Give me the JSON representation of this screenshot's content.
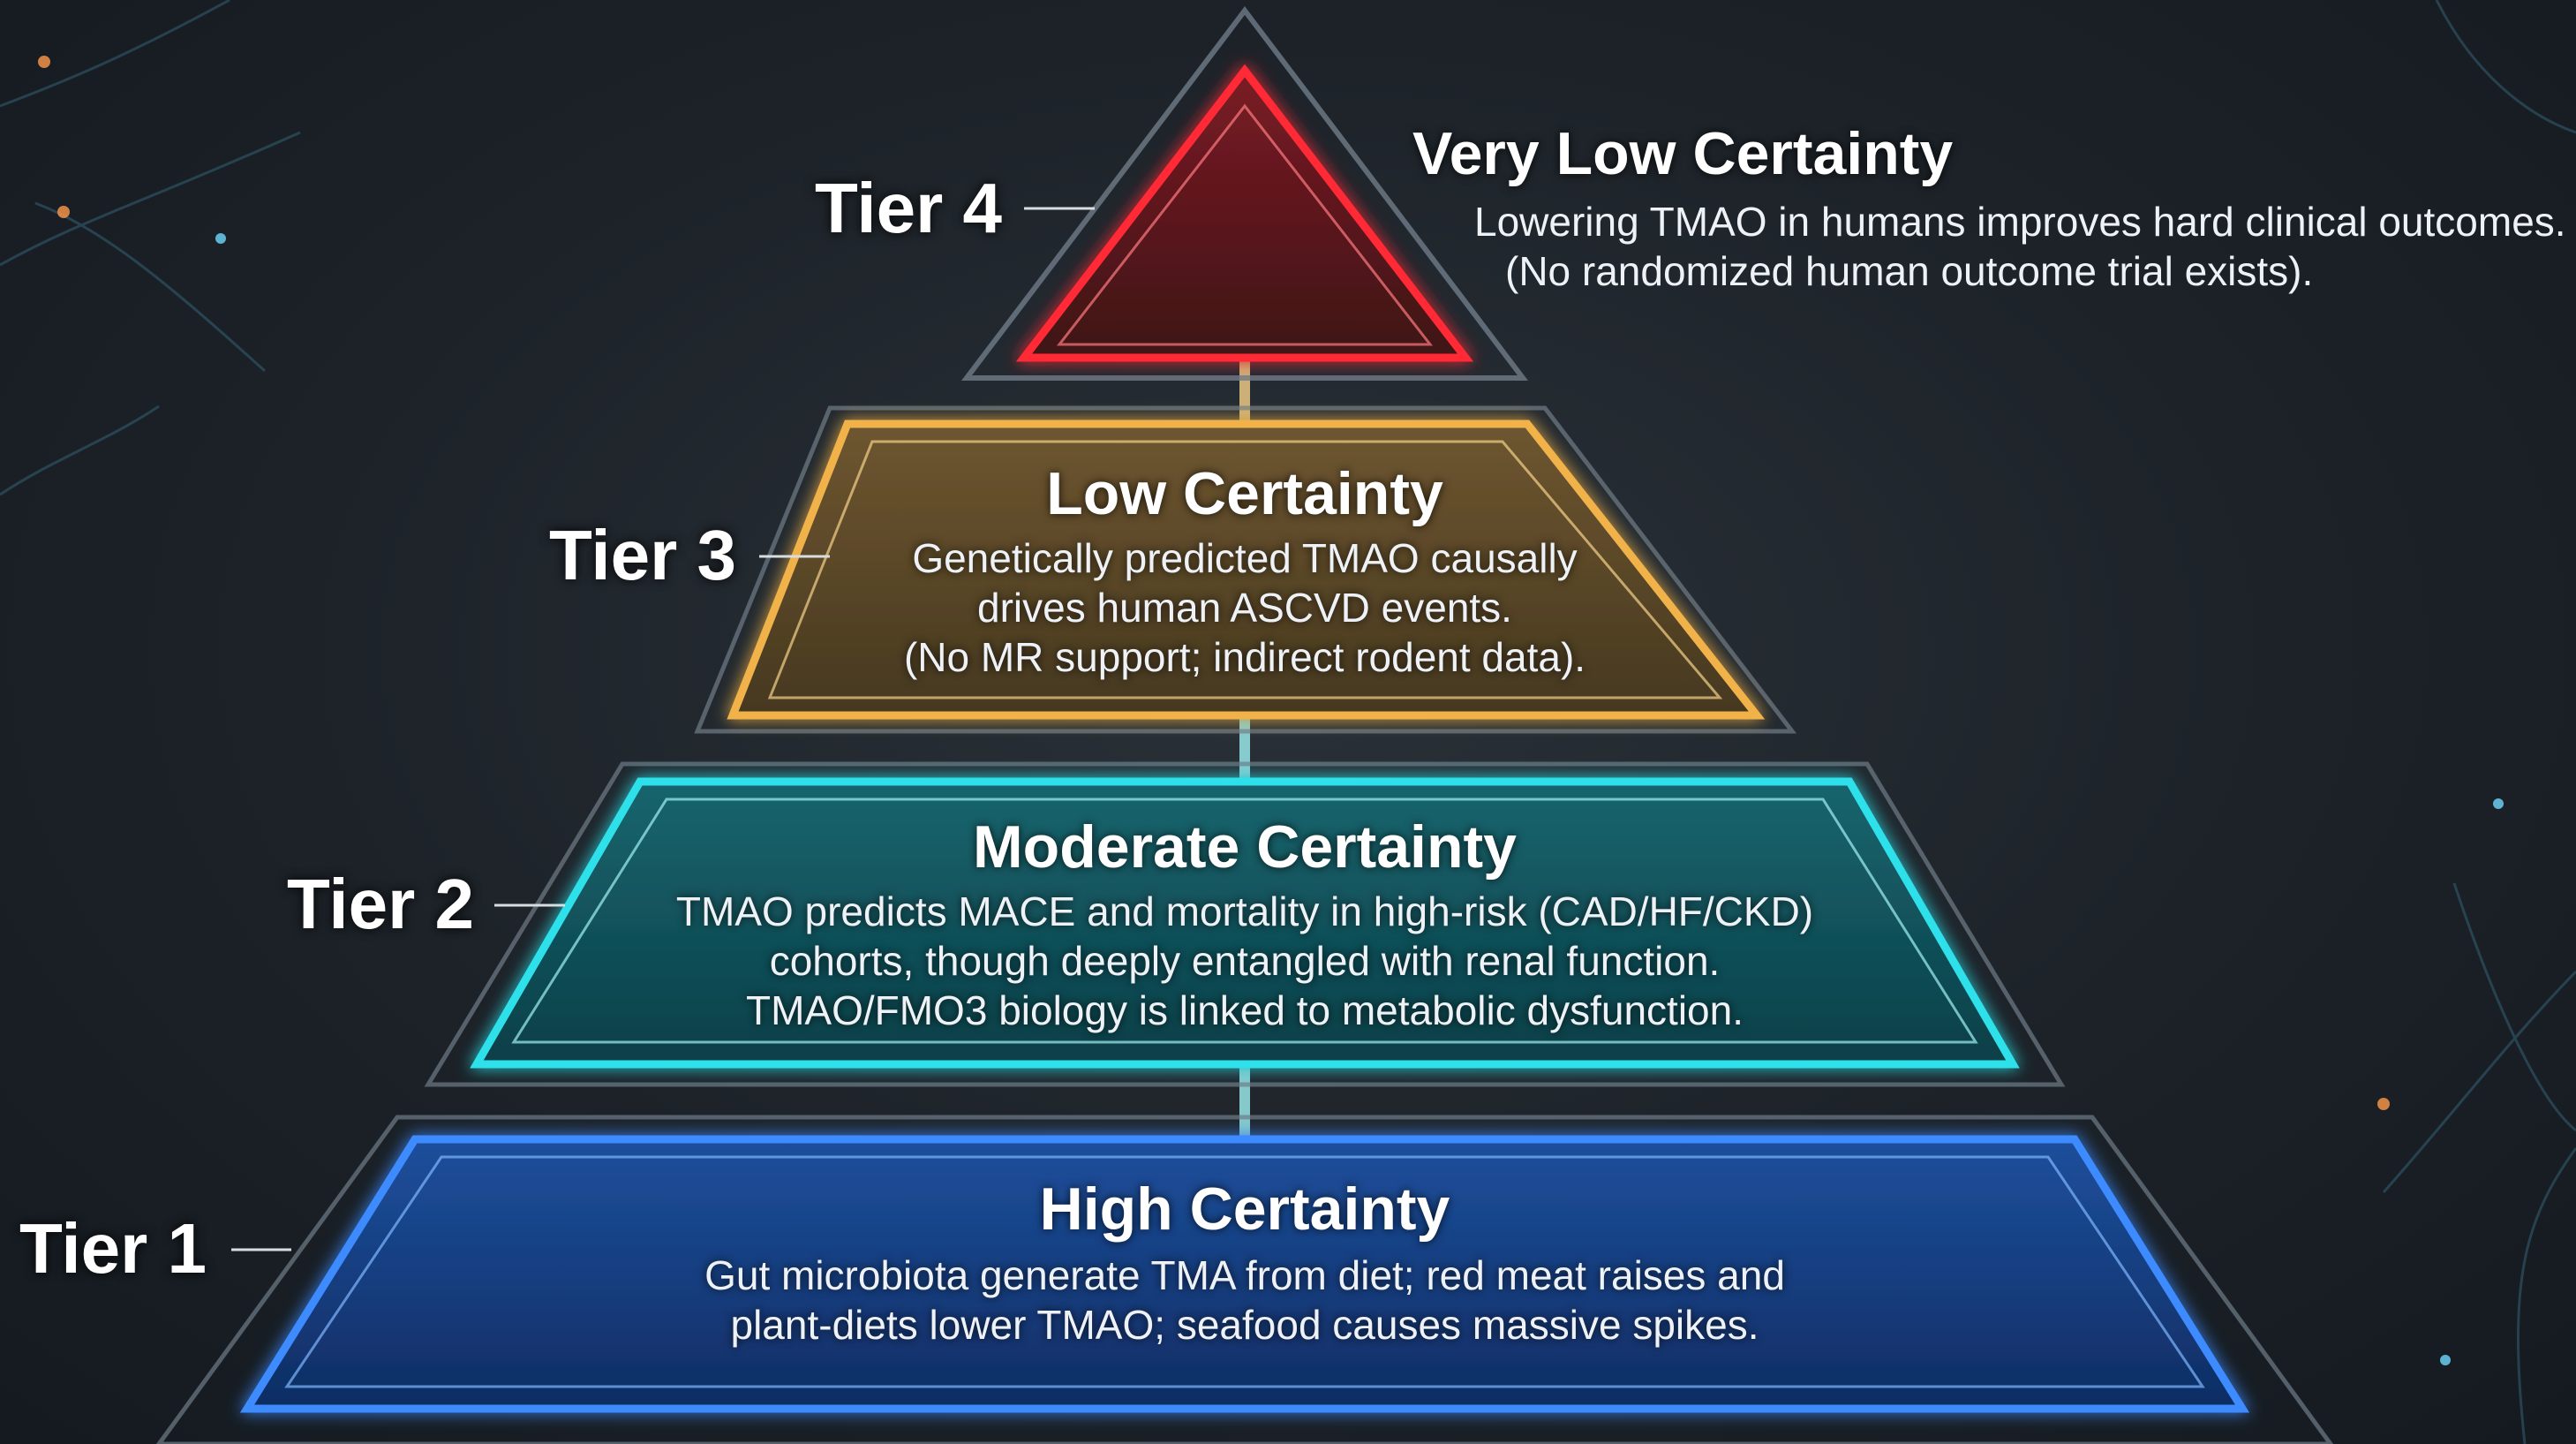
{
  "colors": {
    "background": "#1c2228",
    "tier1_accent": "#3d8bff",
    "tier2_accent": "#2fe0ea",
    "tier3_accent": "#f0b24a",
    "tier4_accent": "#ff2a36"
  },
  "tiers": [
    {
      "label": "Tier 1",
      "heading": "High Certainty",
      "lines": [
        "Gut microbiota generate TMA from diet; red meat raises and",
        "plant-diets lower TMAO; seafood causes massive spikes."
      ]
    },
    {
      "label": "Tier 2",
      "heading": "Moderate Certainty",
      "lines": [
        "TMAO predicts MACE and mortality in high-risk (CAD/HF/CKD)",
        "cohorts, though deeply entangled with renal function.",
        "TMAO/FMO3 biology is linked to metabolic dysfunction."
      ]
    },
    {
      "label": "Tier 3",
      "heading": "Low Certainty",
      "lines": [
        "Genetically predicted TMAO causally",
        "drives human ASCVD events.",
        "(No MR support; indirect rodent data)."
      ]
    },
    {
      "label": "Tier 4",
      "heading": "Very Low Certainty",
      "lines": [
        "Lowering TMAO in humans improves hard clinical outcomes.",
        "(No randomized human outcome trial exists)."
      ]
    }
  ]
}
